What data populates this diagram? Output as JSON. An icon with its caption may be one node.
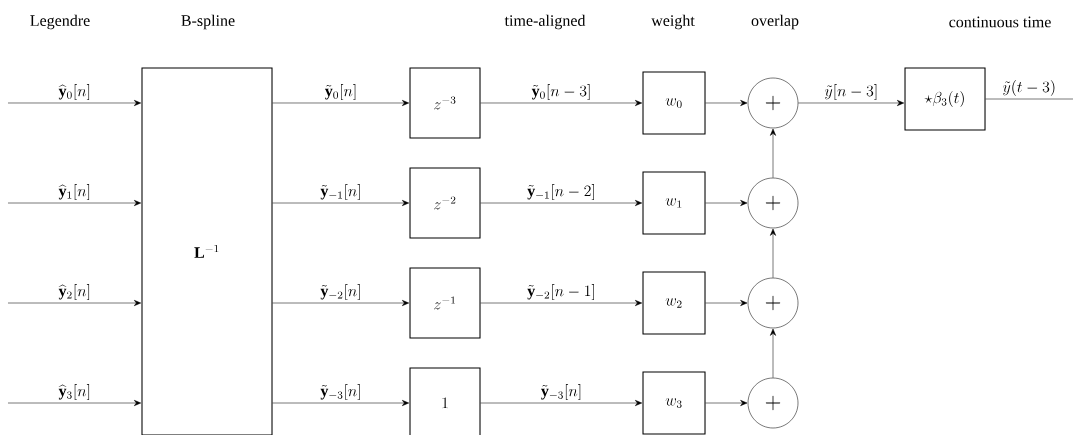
{
  "diagram": {
    "nodes": [
      {
        "text": [
          "\\mathbf{L}^{-1}"
        ]
      },
      {
        "text": [
          "z^{-3}"
        ]
      },
      {
        "text": [
          "z^{-2}"
        ]
      },
      {
        "text": [
          "z^{-1}"
        ]
      },
      {
        "text": [
          "1"
        ]
      },
      {
        "text": [
          "w_0"
        ]
      },
      {
        "text": [
          "w_1"
        ]
      },
      {
        "text": [
          "w_2"
        ]
      },
      {
        "text": [
          "w_3"
        ]
      },
      {
        "text": [
          "+"
        ]
      },
      {
        "text": [
          "+"
        ]
      },
      {
        "text": [
          "+"
        ]
      },
      {
        "text": [
          "+"
        ]
      },
      {
        "text": [
          "\\star\\beta_3(t)"
        ]
      }
    ],
    "edges": [
      {
        "from": null,
        "to": 0,
        "arrow": "to",
        "label": "\\widehat{\\mathbf{y}}_0[n]"
      },
      {
        "from": null,
        "to": 0,
        "arrow": "to",
        "label": "\\widehat{\\mathbf{y}}_1[n]"
      },
      {
        "from": null,
        "to": 0,
        "arrow": "to",
        "label": "\\widehat{\\mathbf{y}}_2[n]"
      },
      {
        "from": null,
        "to": 0,
        "arrow": "to",
        "label": "\\widehat{\\mathbf{y}}_3[n]"
      },
      {
        "from": 0,
        "to": 1,
        "arrow": "to",
        "label": "\\tilde{\\mathbf{y}}_0[n]"
      },
      {
        "from": 0,
        "to": 2,
        "arrow": "to",
        "label": "\\tilde{\\mathbf{y}}_{-1}[n]"
      },
      {
        "from": 0,
        "to": 3,
        "arrow": "to",
        "label": "\\tilde{\\mathbf{y}}_{-2}[n]"
      },
      {
        "from": 0,
        "to": 4,
        "arrow": "to",
        "label": "\\tilde{\\mathbf{y}}_{-3}[n]"
      },
      {
        "from": 1,
        "to": 5,
        "arrow": "to",
        "label": "\\tilde{\\mathbf{y}}_0[n-3]"
      },
      {
        "from": 2,
        "to": 6,
        "arrow": "to",
        "label": "\\tilde{\\mathbf{y}}_{-1}[n-2]"
      },
      {
        "from": 3,
        "to": 7,
        "arrow": "to",
        "label": "\\tilde{\\mathbf{y}}_{-2}[n-1]"
      },
      {
        "from": 4,
        "to": 8,
        "arrow": "to",
        "label": "\\tilde{\\mathbf{y}}_{-3}[n]"
      },
      {
        "from": 5,
        "to": 9,
        "arrow": "to"
      },
      {
        "from": 6,
        "to": 10,
        "arrow": "to"
      },
      {
        "from": 7,
        "to": 11,
        "arrow": "to"
      },
      {
        "from": 8,
        "to": 12,
        "arrow": "to"
      },
      {
        "from": 12,
        "to": 11,
        "arrow": "to"
      },
      {
        "from": 11,
        "to": 10,
        "arrow": "to"
      },
      {
        "from": 10,
        "to": 9,
        "arrow": "to"
      },
      {
        "from": 9,
        "to": 13,
        "arrow": "to",
        "label": "\\tilde{y}[n-3]"
      },
      {
        "from": 13,
        "to": null,
        "arrow": "none",
        "label": "\\tilde{y}(t-3)"
      }
    ],
    "labels": [
      "Legendre",
      "B-spline",
      "time-aligned",
      "weight",
      "overlap",
      "continuous time"
    ]
  }
}
